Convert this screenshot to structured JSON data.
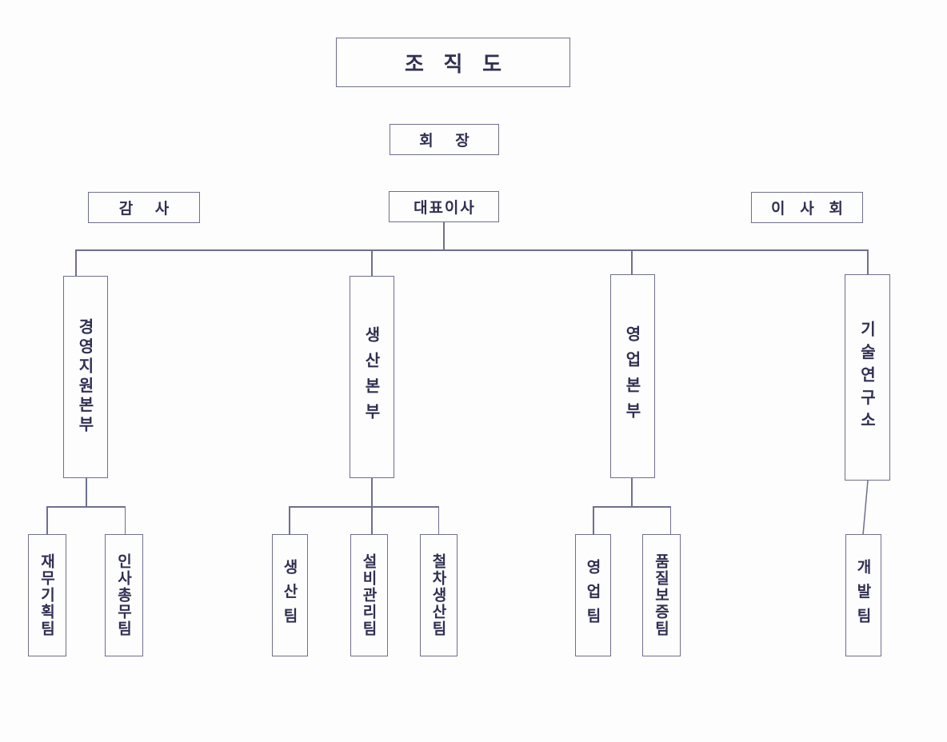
{
  "document": {
    "title": "조 직 도",
    "kind": "organization-chart",
    "language": "ko"
  },
  "theme": {
    "background": "#fdfdfd",
    "line_color": "#6f6f8f",
    "text_color": "#2f2f52",
    "box_fill": "#fdfdfd"
  },
  "nodes": {
    "title": {
      "label": "조 직 도"
    },
    "chairman": {
      "label": "회 장"
    },
    "auditor": {
      "label": "감 사"
    },
    "ceo": {
      "label": "대표이사"
    },
    "board": {
      "label": "이 사 회"
    },
    "divisions": [
      {
        "id": "mgmt-support",
        "label": "경영지원본부"
      },
      {
        "id": "production",
        "label": "생산본부"
      },
      {
        "id": "sales",
        "label": "영업본부"
      },
      {
        "id": "rnd",
        "label": "기술연구소"
      }
    ],
    "teams": [
      {
        "id": "finance-planning",
        "label": "재무기획팀",
        "parent": "mgmt-support"
      },
      {
        "id": "hr-general-affairs",
        "label": "인사총무팀",
        "parent": "mgmt-support"
      },
      {
        "id": "production-team",
        "label": "생산팀",
        "parent": "production"
      },
      {
        "id": "facility-management",
        "label": "설비관리팀",
        "parent": "production"
      },
      {
        "id": "railcar-production",
        "label": "철차생산팀",
        "parent": "production"
      },
      {
        "id": "sales-team",
        "label": "영업팀",
        "parent": "sales"
      },
      {
        "id": "quality-assurance",
        "label": "품질보증팀",
        "parent": "sales"
      },
      {
        "id": "development-team",
        "label": "개발팀",
        "parent": "rnd"
      }
    ]
  }
}
